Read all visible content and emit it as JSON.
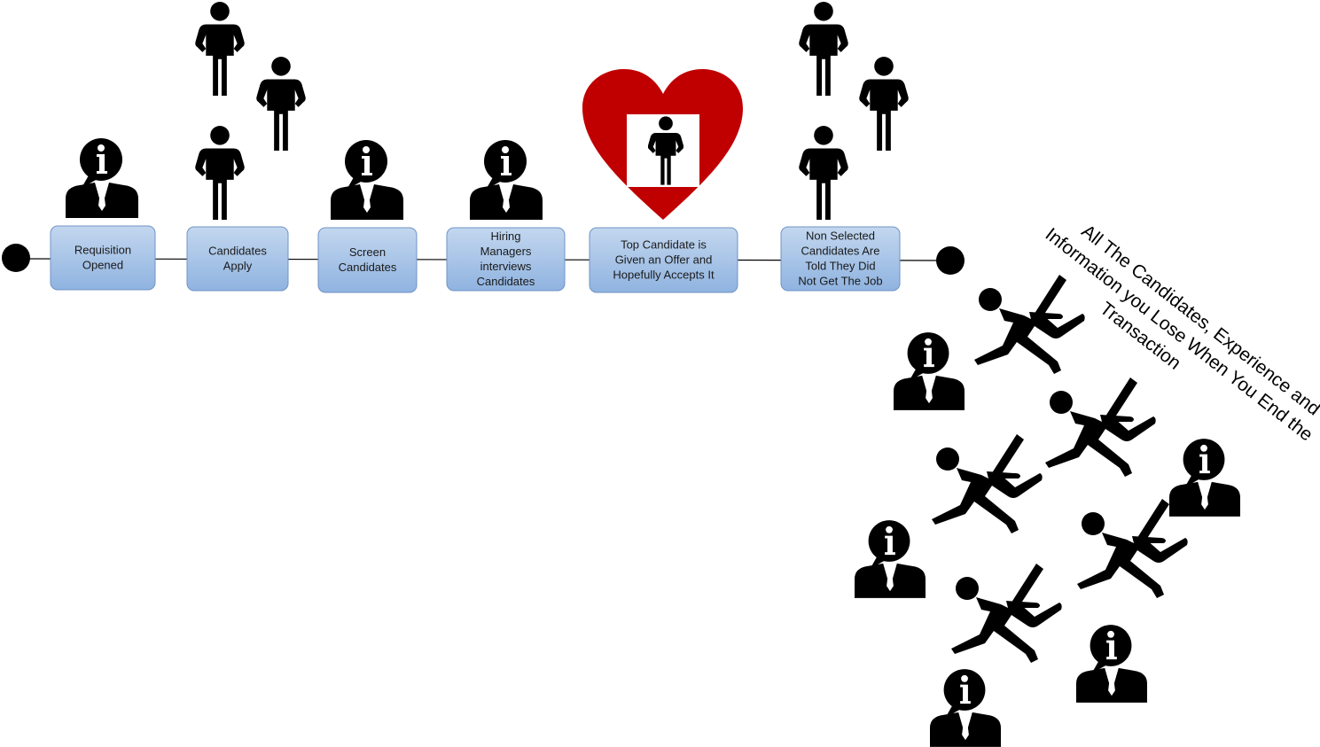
{
  "colors": {
    "box_fill_top": "#c3d7ef",
    "box_fill_bottom": "#8fb3e0",
    "box_stroke": "#6f93c6",
    "heart": "#c00000",
    "icon": "#000000",
    "line": "#000000"
  },
  "icons": {
    "info_person": "person-with-info-bubble-icon",
    "standing_person": "standing-person-icon",
    "falling_person": "falling-person-icon",
    "heart": "heart-icon",
    "endpoint": "filled-circle-icon"
  },
  "process": {
    "steps": [
      {
        "lines": [
          "Requisition",
          "Opened"
        ]
      },
      {
        "lines": [
          "Candidates",
          "Apply"
        ]
      },
      {
        "lines": [
          "Screen",
          "Candidates"
        ]
      },
      {
        "lines": [
          "Hiring",
          "Managers",
          "interviews",
          "Candidates"
        ]
      },
      {
        "lines": [
          "Top Candidate is",
          "Given an Offer and",
          "Hopefully Accepts It"
        ]
      },
      {
        "lines": [
          "Non Selected",
          "Candidates Are",
          "Told They Did",
          "Not Get The Job"
        ]
      }
    ]
  },
  "annotation": {
    "lines": [
      "All The Candidates, Experience and",
      "Information you Lose When You End the",
      "Transaction"
    ]
  }
}
